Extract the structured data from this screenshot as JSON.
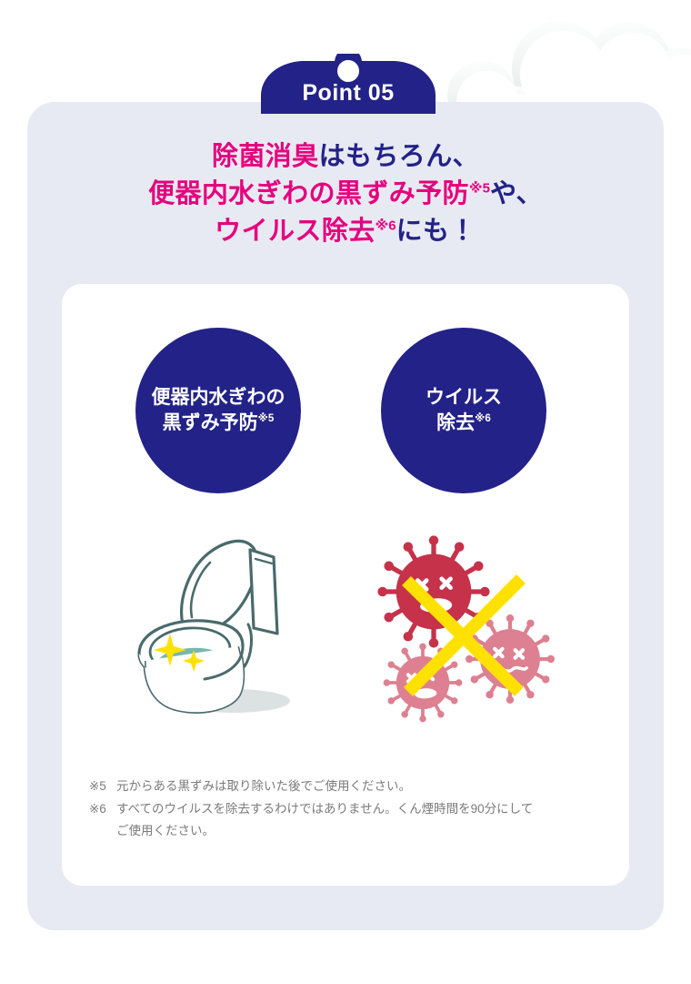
{
  "badge_tab": {
    "label": "Point 05",
    "bg_color": "#232288",
    "text_color": "#ffffff"
  },
  "heading": {
    "line1": [
      {
        "text": "除菌消臭",
        "color": "pink"
      },
      {
        "text": "はもちろん、",
        "color": "navy"
      }
    ],
    "line2": [
      {
        "text": "便器内水ぎわの黒ずみ予防",
        "color": "pink"
      },
      {
        "text": "※5",
        "color": "pink",
        "sup": true
      },
      {
        "text": "や、",
        "color": "navy"
      }
    ],
    "line3": [
      {
        "text": "ウイルス除去",
        "color": "pink"
      },
      {
        "text": "※6",
        "color": "pink",
        "sup": true
      },
      {
        "text": "にも！",
        "color": "navy"
      }
    ]
  },
  "badges": [
    {
      "name": "toilet-stain-prevention",
      "line1": "便器内水ぎわの",
      "line2": "黒ずみ予防",
      "sup": "※5"
    },
    {
      "name": "virus-removal",
      "line1": "ウイルス",
      "line2": "除去",
      "sup": "※6"
    }
  ],
  "illustrations": [
    {
      "name": "toilet-illustration",
      "alt": "便器イラスト"
    },
    {
      "name": "virus-crossed-out-illustration",
      "alt": "ウイルス除去イラスト"
    }
  ],
  "notes": [
    {
      "mark": "※5",
      "text": "元からある黒ずみは取り除いた後でご使用ください。",
      "continuation": ""
    },
    {
      "mark": "※6",
      "text": "すべてのウイルスを除去するわけではありません。くん煙時間を90分にして",
      "continuation": "ご使用ください。"
    }
  ],
  "colors": {
    "navy": "#232288",
    "pink": "#e5007e",
    "card_bg": "#e8eaf3",
    "panel_bg": "#ffffff",
    "page_bg": "#ffffff",
    "note_text": "#7b7b7b",
    "toilet_outline": "#4a6a6c",
    "toilet_water": "#79b6ae",
    "sparkle": "#ffe100",
    "virus_dark": "#c5324a",
    "virus_light": "#dd8091",
    "cross_yellow": "#ffe100"
  }
}
